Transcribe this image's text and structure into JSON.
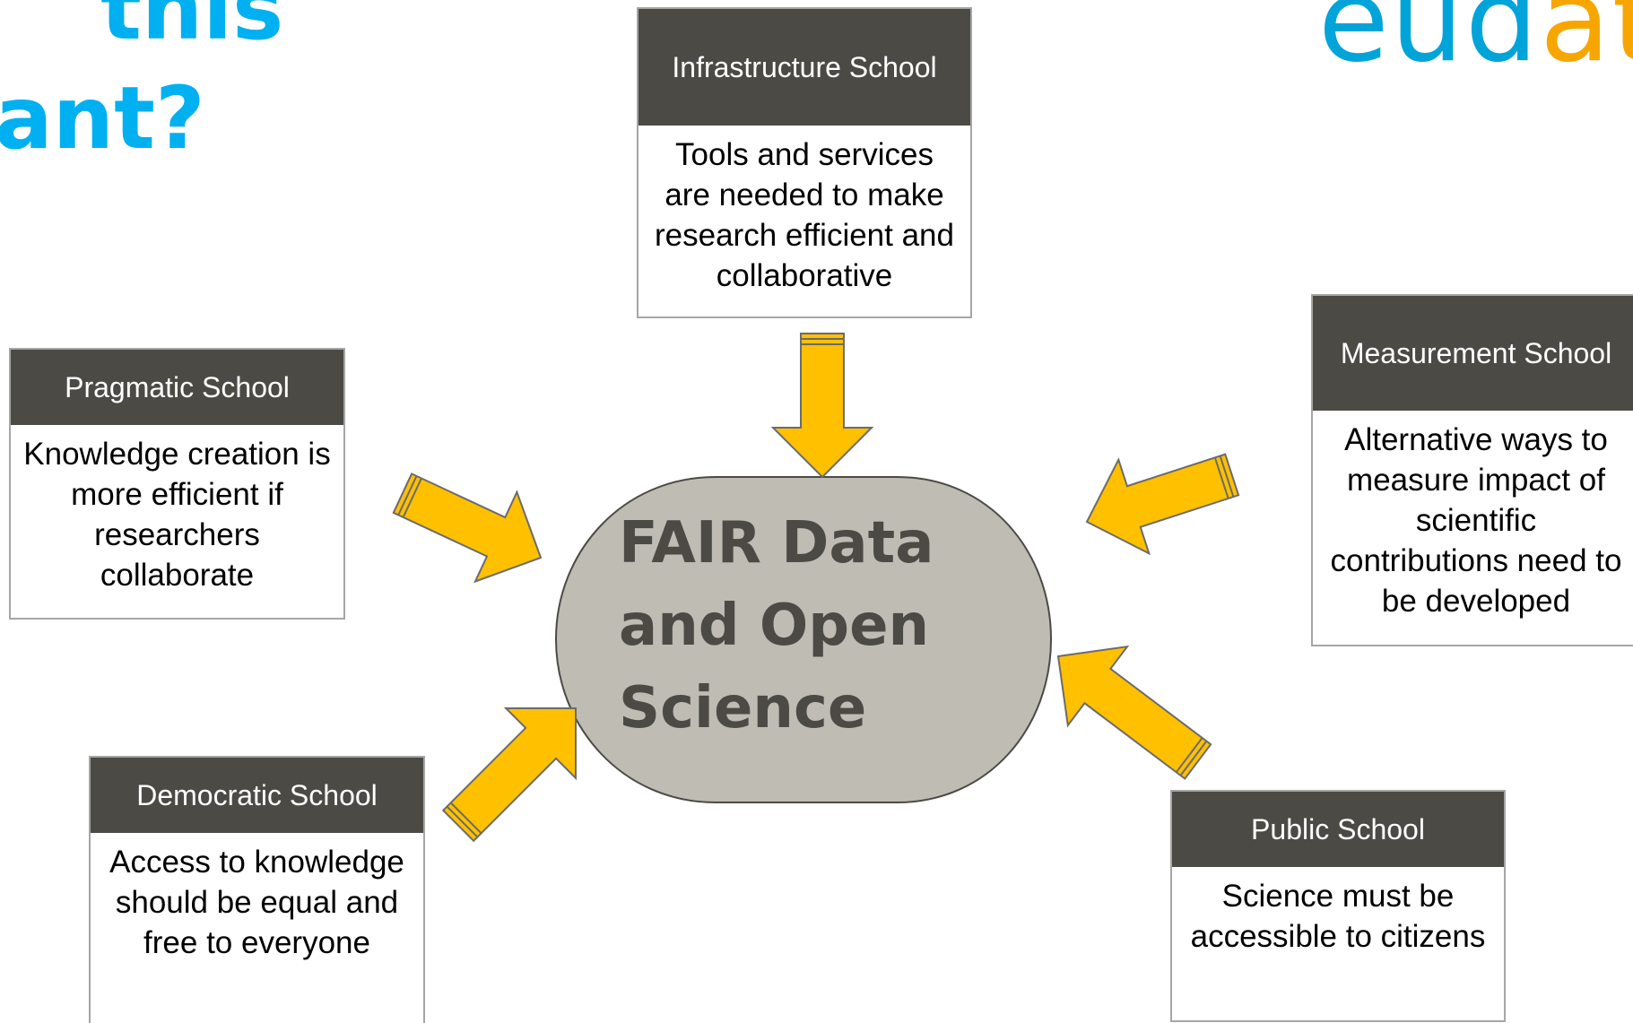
{
  "title": {
    "line1": "this",
    "line2": "ant?"
  },
  "logo": {
    "part_a": "eud",
    "part_b": "at",
    "colors": {
      "blue": "#00a4d9",
      "orange": "#f7a600"
    }
  },
  "center": {
    "label": "FAIR Data and Open Science"
  },
  "schools": {
    "infrastructure": {
      "name": "Infrastructure School",
      "description": "Tools and services are needed to make research efficient and collaborative"
    },
    "pragmatic": {
      "name": "Pragmatic School",
      "description": "Knowledge creation is more efficient if researchers collaborate"
    },
    "measurement": {
      "name": "Measurement School",
      "description": "Alternative ways to measure impact of scientific contributions need to be developed"
    },
    "democratic": {
      "name": "Democratic School",
      "description": "Access to knowledge should be equal and free to everyone"
    },
    "public": {
      "name": "Public School",
      "description": "Science must be accessible to citizens"
    }
  },
  "colors": {
    "title": "#00b0f0",
    "header_fill": "#4b4a45",
    "center_fill": "#bfbcb4",
    "arrow_fill": "#ffc000",
    "arrow_stroke": "#6b6b6b"
  }
}
